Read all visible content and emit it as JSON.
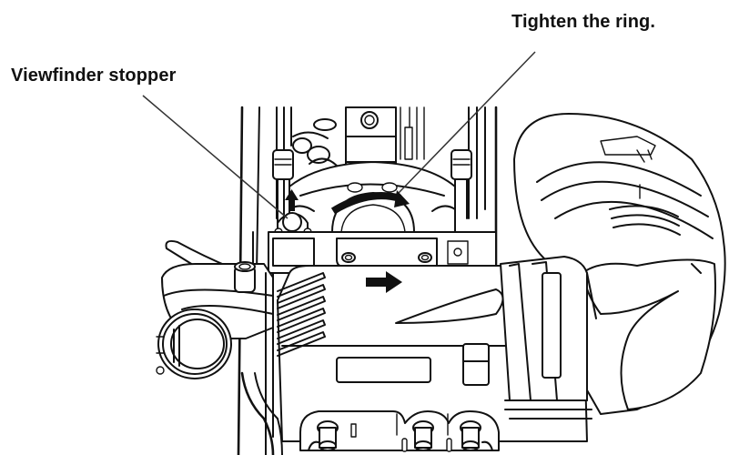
{
  "figure": {
    "subject": "Camera viewfinder attachment illustration",
    "callouts": [
      {
        "id": "viewfinder-stopper",
        "text": "Viewfinder stopper"
      },
      {
        "id": "tighten-ring",
        "text": "Tighten the ring."
      }
    ],
    "arrows": [
      {
        "id": "stopper-up-arrow",
        "direction": "up"
      },
      {
        "id": "ring-rotate-arrow",
        "direction": "clockwise"
      },
      {
        "id": "slide-right-arrow",
        "direction": "right"
      }
    ],
    "colors": {
      "line": "#111111",
      "background": "#ffffff"
    }
  }
}
